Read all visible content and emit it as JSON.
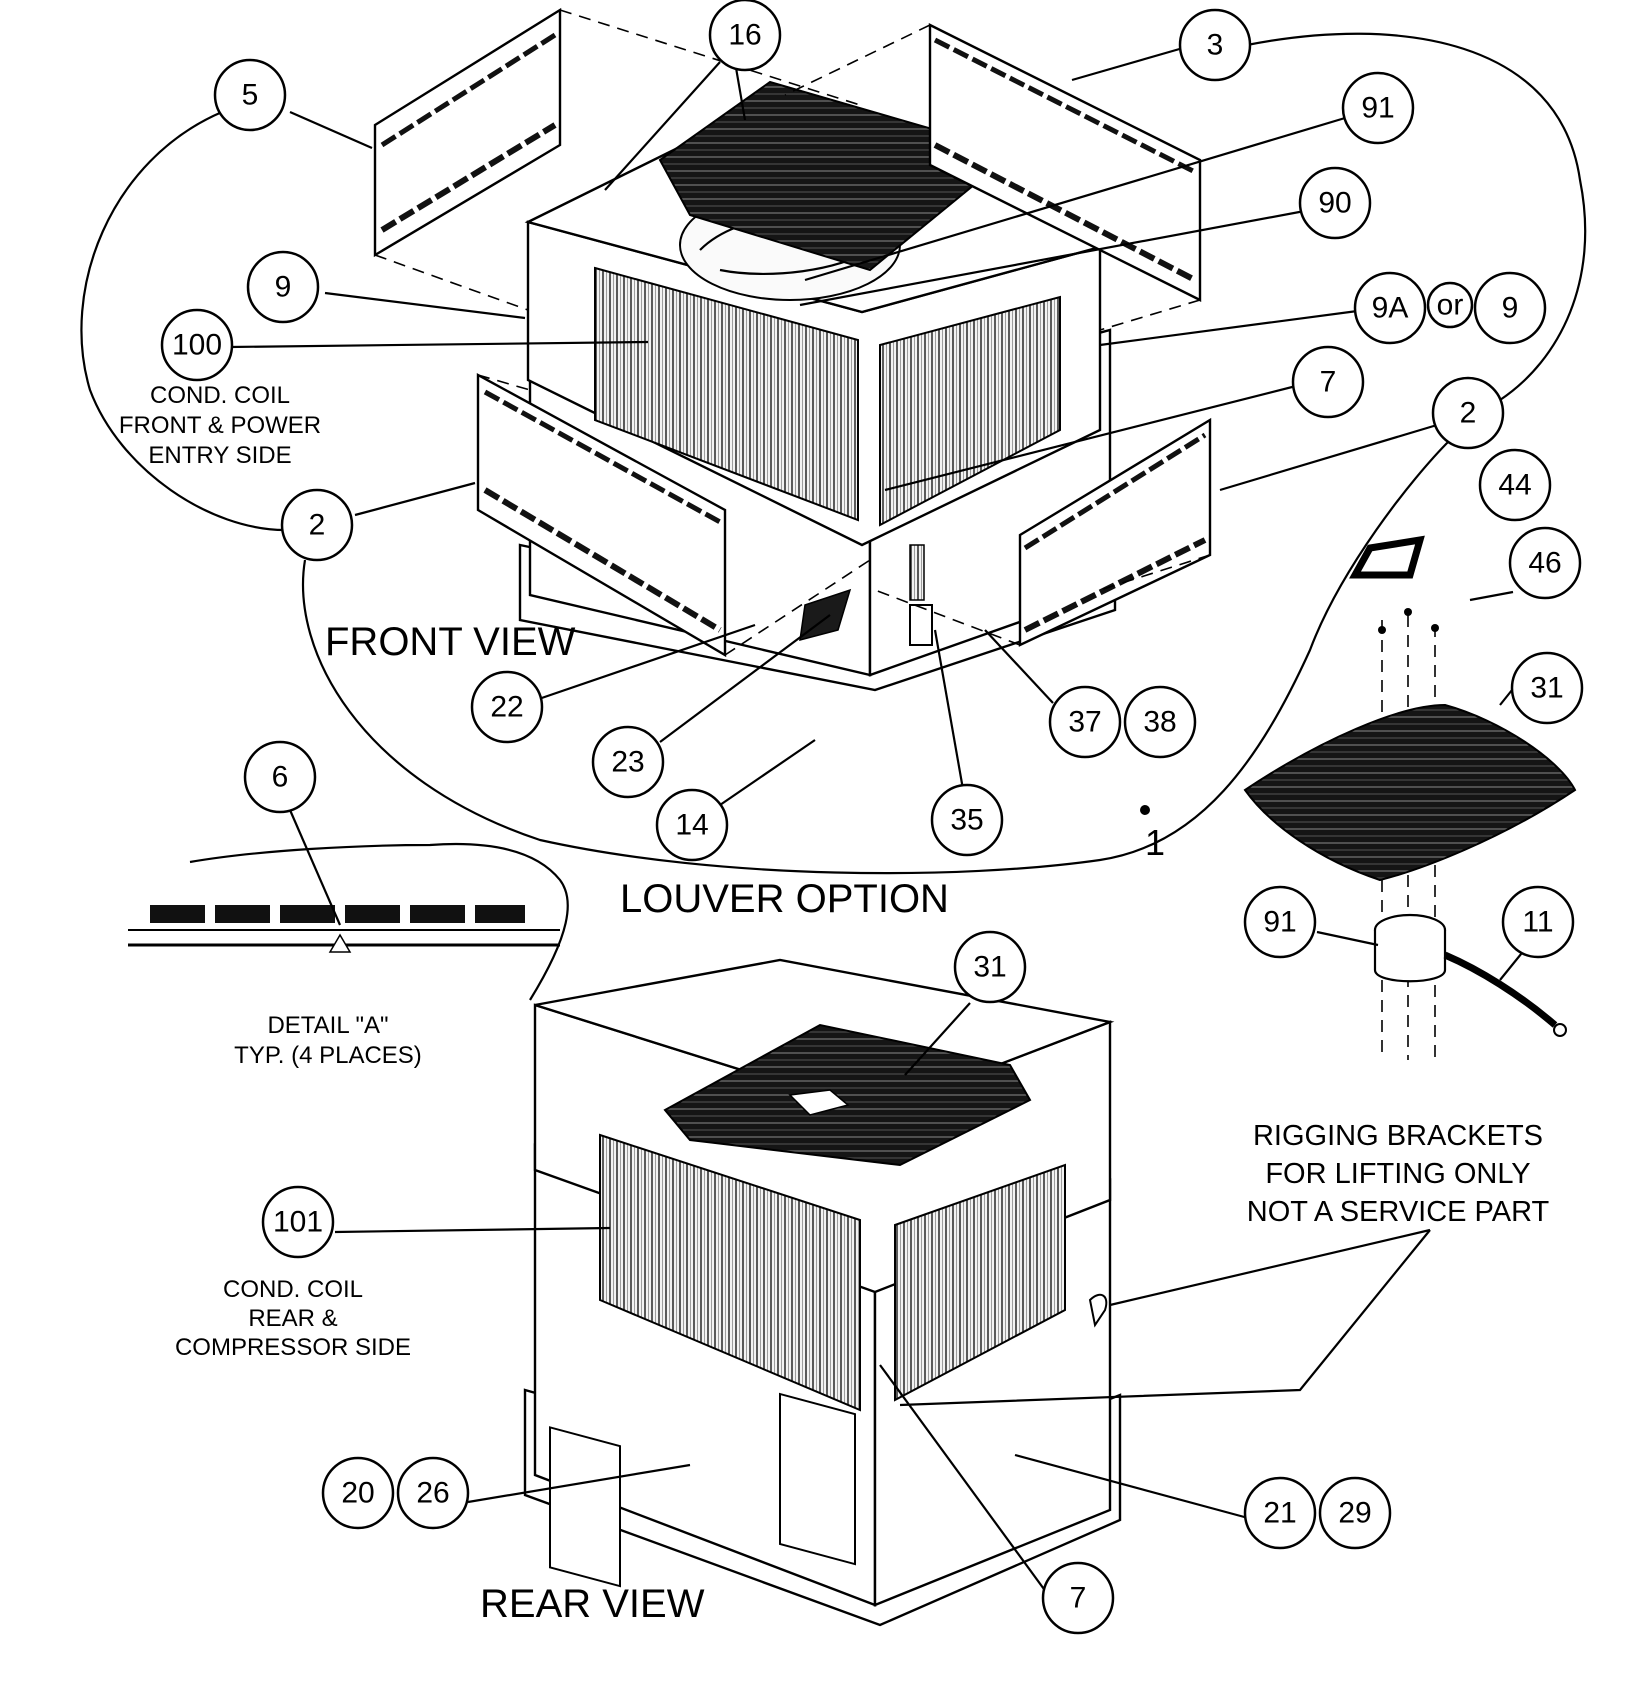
{
  "callouts": {
    "c16": "16",
    "c3": "3",
    "c5": "5",
    "c91": "91",
    "c90": "90",
    "c9": "9",
    "c9a": "9A",
    "or": "or",
    "c9b": "9",
    "c100": "100",
    "c7": "7",
    "c2a": "2",
    "c2b": "2",
    "c44": "44",
    "c46": "46",
    "c31a": "31",
    "c22": "22",
    "c23": "23",
    "c37": "37",
    "c38": "38",
    "c14": "14",
    "c35": "35",
    "c6": "6",
    "c91b": "91",
    "c11": "11",
    "c31b": "31",
    "c101": "101",
    "c20": "20",
    "c26": "26",
    "c21": "21",
    "c29": "29",
    "c7b": "7"
  },
  "labels": {
    "coil_front_1": "COND. COIL",
    "coil_front_2": "FRONT & POWER",
    "coil_front_3": "ENTRY SIDE",
    "front_view": "FRONT VIEW",
    "louver_option": "LOUVER OPTION",
    "detail_1": "DETAIL \"A\"",
    "detail_2": "TYP. (4 PLACES)",
    "rigging_1": "RIGGING BRACKETS",
    "rigging_2": "FOR LIFTING ONLY",
    "rigging_3": "NOT A SERVICE PART",
    "coil_rear_1": "COND. COIL",
    "coil_rear_2": "REAR &",
    "coil_rear_3": "COMPRESSOR SIDE",
    "rear_view": "REAR VIEW",
    "ref_1": "1"
  }
}
